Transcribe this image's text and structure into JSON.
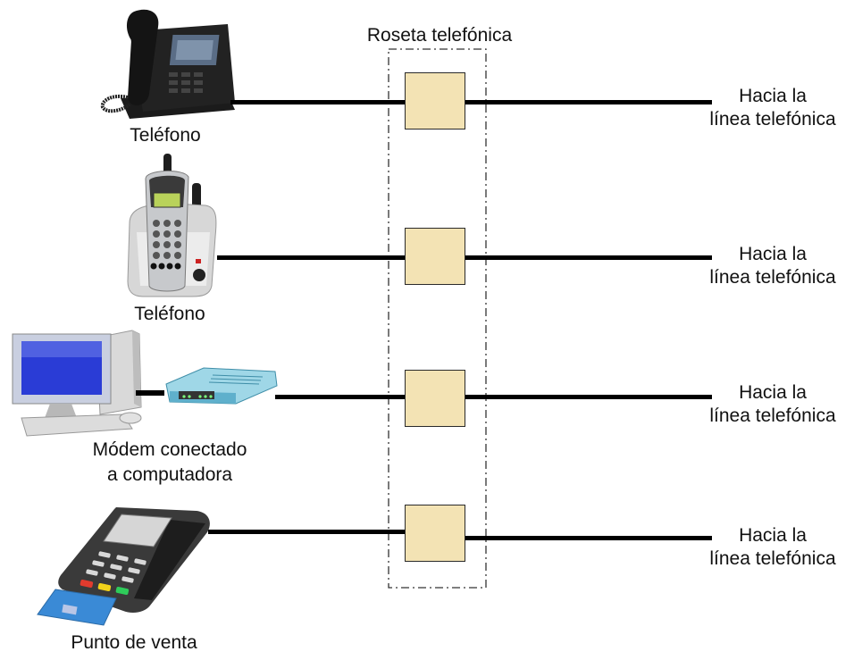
{
  "diagram": {
    "title": "Roseta telefónica",
    "devices": [
      {
        "label": "Teléfono",
        "icon": "desk-phone-icon"
      },
      {
        "label": "Teléfono",
        "icon": "cordless-phone-icon"
      },
      {
        "label": "Módem conectado\na computadora",
        "label_line1": "Módem conectado",
        "label_line2": "a computadora",
        "icon": "computer-modem-icon"
      },
      {
        "label": "Punto de venta",
        "icon": "pos-terminal-icon"
      }
    ],
    "destinations": [
      {
        "line1": "Hacia la",
        "line2": "línea telefónica"
      },
      {
        "line1": "Hacia la",
        "line2": "línea telefónica"
      },
      {
        "line1": "Hacia la",
        "line2": "línea telefónica"
      },
      {
        "line1": "Hacia la",
        "line2": "línea telefónica"
      }
    ],
    "colors": {
      "socket_fill": "#f3e3b4",
      "wire": "#000000",
      "screen_blue": "#2a3cd6",
      "modem_teal": "#7fc6dc"
    }
  }
}
